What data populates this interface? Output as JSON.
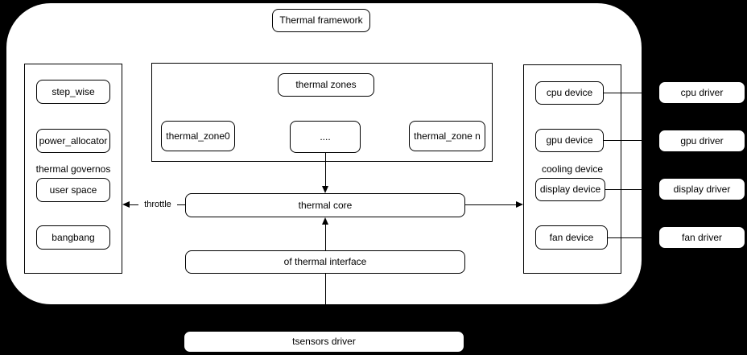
{
  "frame": {
    "title": "Thermal framework"
  },
  "governors": {
    "label": "thermal governos",
    "items": [
      "step_wise",
      "power_allocator",
      "user space",
      "bangbang"
    ]
  },
  "zones": {
    "title": "thermal zones",
    "items": [
      "thermal_zone0",
      "....",
      "thermal_zone n"
    ]
  },
  "core": {
    "label": "thermal core"
  },
  "interface": {
    "label": "of thermal interface"
  },
  "cooling": {
    "label": "cooling device",
    "items": [
      "cpu device",
      "gpu device",
      "display device",
      "fan device"
    ]
  },
  "drivers": {
    "items": [
      "cpu driver",
      "gpu driver",
      "display driver",
      "fan driver"
    ]
  },
  "sensors": {
    "label": "tsensors driver"
  },
  "edges": {
    "throttle_label": "throttle"
  },
  "colors": {
    "background": "#000000",
    "surface": "#ffffff",
    "border": "#000000",
    "text": "#000000"
  }
}
